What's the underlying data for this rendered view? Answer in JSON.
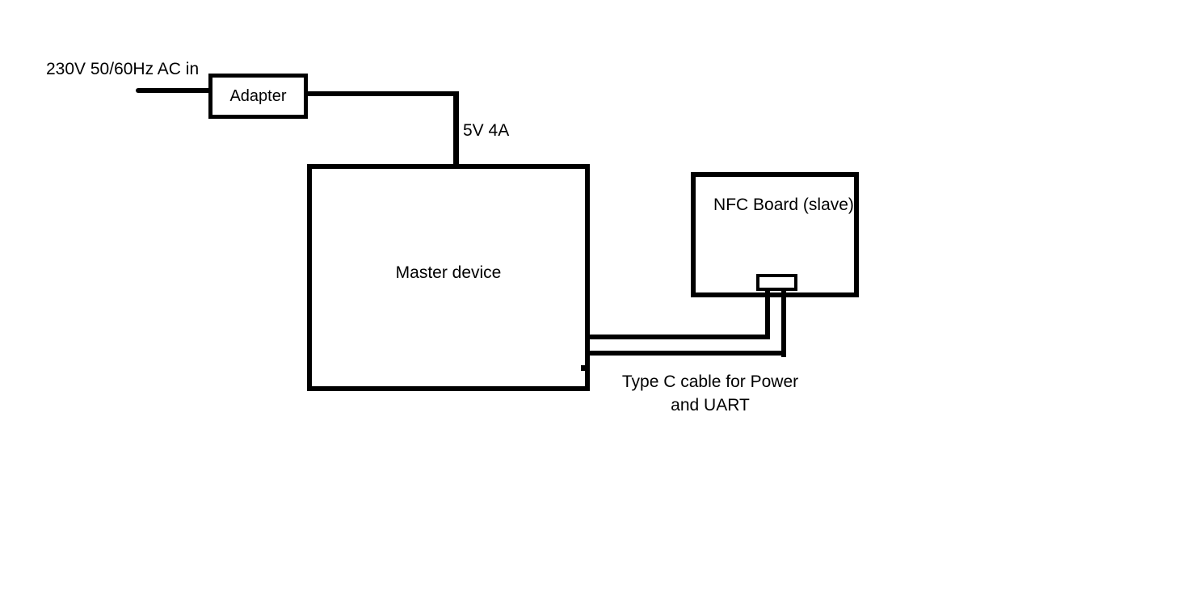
{
  "diagram": {
    "title": "Power and NFC wiring block diagram",
    "colors": {
      "background": "#ffffff",
      "line": "#000000"
    },
    "labels": {
      "ac_in": "230V 50/60Hz AC in",
      "adapter": "Adapter",
      "power_rating": "5V 4A",
      "master": "Master device",
      "nfc": "NFC Board (slave)",
      "cable_line1": "Type C cable for Power",
      "cable_line2": "and UART"
    },
    "nodes": [
      {
        "id": "adapter",
        "label": "Adapter",
        "type": "box"
      },
      {
        "id": "master",
        "label": "Master device",
        "type": "box"
      },
      {
        "id": "nfc",
        "label": "NFC Board (slave)",
        "type": "box"
      },
      {
        "id": "connector",
        "label": "",
        "type": "small-port-box"
      }
    ],
    "connections": [
      {
        "from": "AC mains",
        "to": "adapter",
        "label": "230V 50/60Hz AC in"
      },
      {
        "from": "adapter",
        "to": "master",
        "label": "5V 4A"
      },
      {
        "from": "master",
        "to": "nfc",
        "label": "Type C cable for Power and UART",
        "wires": 2,
        "via": "connector"
      }
    ]
  }
}
